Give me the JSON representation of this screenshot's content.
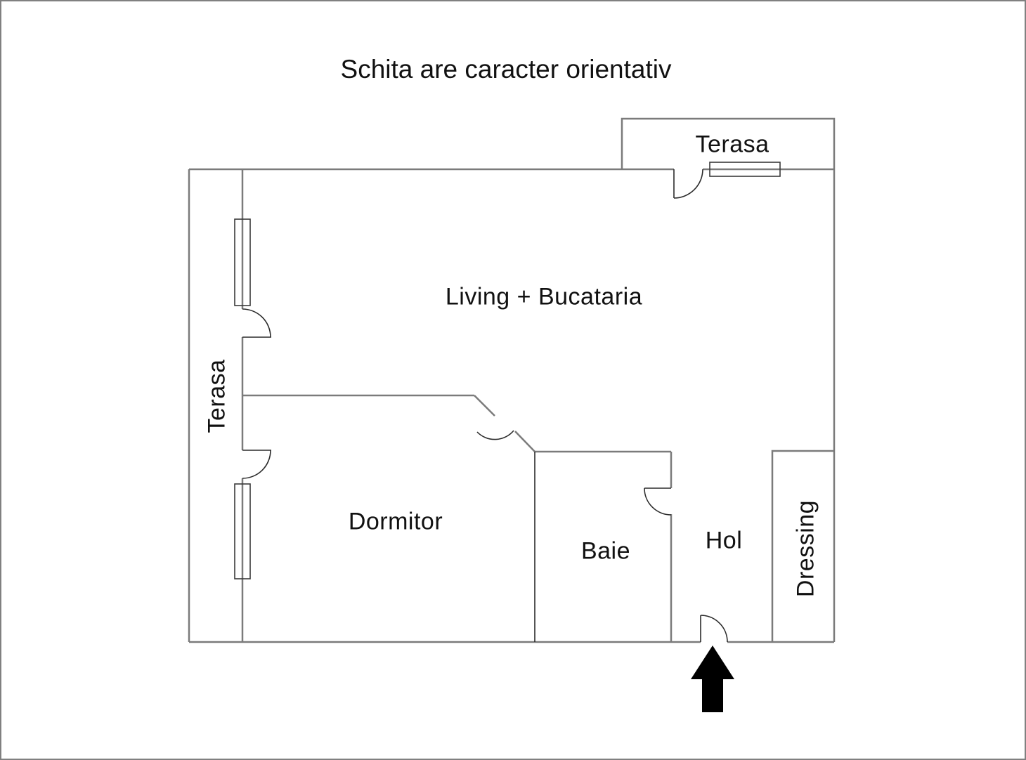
{
  "title": "Schita are caracter orientativ",
  "rooms": {
    "terasa_top": "Terasa",
    "terasa_left": "Terasa",
    "living": "Living + Bucataria",
    "dormitor": "Dormitor",
    "baie": "Baie",
    "hol": "Hol",
    "dressing": "Dressing"
  },
  "icons": {
    "entrance_arrow": "arrow-up-icon"
  },
  "colors": {
    "wall_gray": "#7b7b7b",
    "line_dark": "#2b2b2b",
    "arrow_black": "#000000",
    "background": "#ffffff",
    "page_border": "#808080",
    "text": "#111111"
  }
}
